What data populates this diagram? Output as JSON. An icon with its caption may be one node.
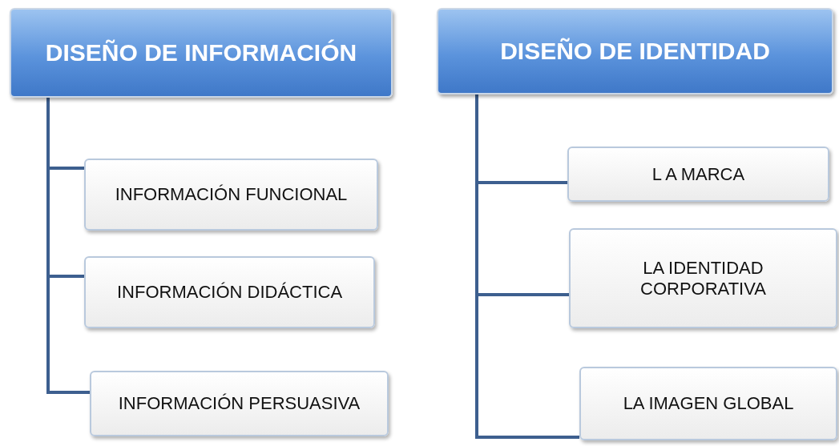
{
  "diagram": {
    "nodes": [
      {
        "text": [
          "DISEÑO DE INFORMACIÓN"
        ]
      },
      {
        "text": [
          "INFORMACIÓN FUNCIONAL"
        ]
      },
      {
        "text": [
          "INFORMACIÓN DIDÁCTICA"
        ]
      },
      {
        "text": [
          "INFORMACIÓN PERSUASIVA"
        ]
      },
      {
        "text": [
          "DISEÑO DE IDENTIDAD"
        ]
      },
      {
        "text": [
          "L A MARCA"
        ]
      },
      {
        "text": [
          "LA IDENTIDAD CORPORATIVA"
        ]
      },
      {
        "text": [
          "LA IMAGEN GLOBAL"
        ]
      }
    ],
    "edges": [
      {
        "from": 0,
        "to": 1,
        "arrow": "none"
      },
      {
        "from": 0,
        "to": 2,
        "arrow": "none"
      },
      {
        "from": 0,
        "to": 3,
        "arrow": "none"
      },
      {
        "from": 4,
        "to": 5,
        "arrow": "none"
      },
      {
        "from": 4,
        "to": 6,
        "arrow": "none"
      },
      {
        "from": 4,
        "to": 7,
        "arrow": "none"
      }
    ]
  }
}
